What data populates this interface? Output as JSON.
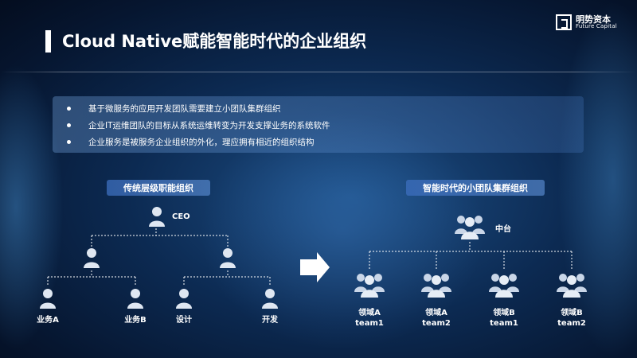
{
  "title": "Cloud Native赋能智能时代的企业组织",
  "logo": {
    "cn": "明势资本",
    "en": "Future Capital"
  },
  "bullets": [
    "基于微服务的应用开发团队需要建立小团队集群组织",
    "企业IT运维团队的目标从系统运维转变为开发支撑业务的系统软件",
    "企业服务是被服务企业组织的外化，理应拥有相近的组织结构"
  ],
  "left_org": {
    "heading": "传统层级职能组织",
    "root": "CEO",
    "leaves": [
      "业务A",
      "业务B",
      "设计",
      "开发"
    ]
  },
  "right_org": {
    "heading": "智能时代的小团队集群组织",
    "root": "中台",
    "teams": [
      {
        "line1": "领域A",
        "line2": "team1"
      },
      {
        "line1": "领域A",
        "line2": "team2"
      },
      {
        "line1": "领域B",
        "line2": "team1"
      },
      {
        "line1": "领域B",
        "line2": "team2"
      }
    ]
  },
  "colors": {
    "accent": "#ffffff",
    "background": "#0c2a52"
  },
  "icons": [
    "person-icon",
    "group-icon",
    "right-arrow-icon",
    "logo-mark-icon"
  ]
}
